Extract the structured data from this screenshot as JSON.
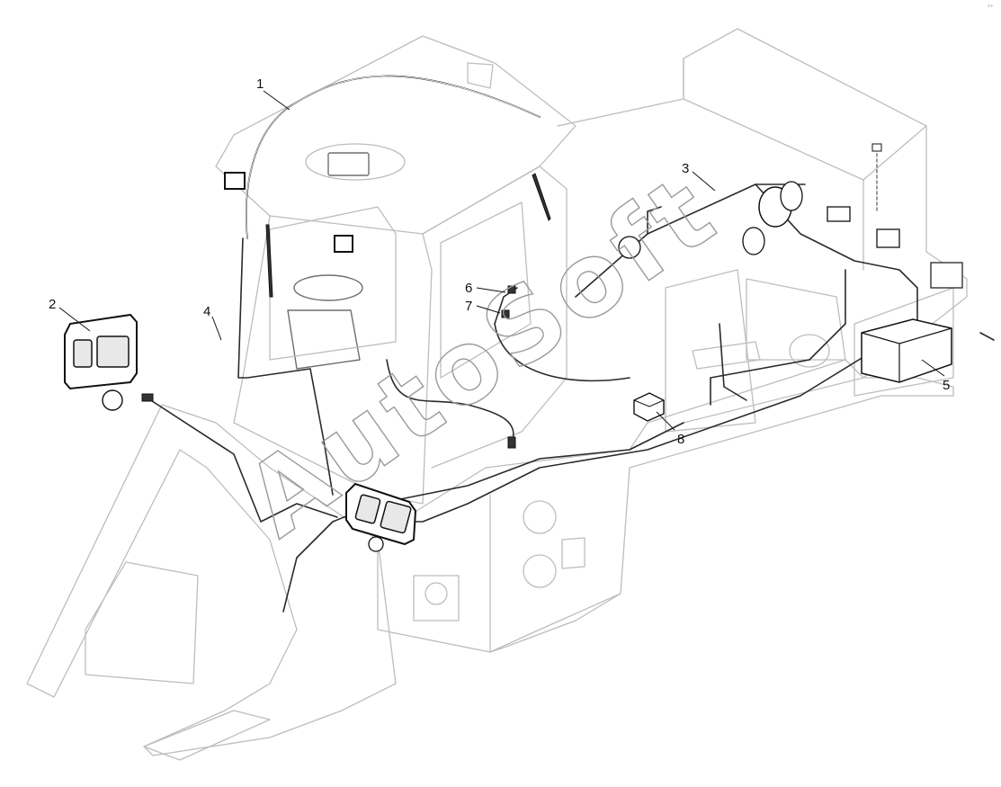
{
  "diagram": {
    "callouts": [
      {
        "id": "1",
        "label": "1"
      },
      {
        "id": "2",
        "label": "2"
      },
      {
        "id": "3",
        "label": "3"
      },
      {
        "id": "4",
        "label": "4"
      },
      {
        "id": "5",
        "label": "5"
      },
      {
        "id": "6",
        "label": "6"
      },
      {
        "id": "7",
        "label": "7"
      },
      {
        "id": "8",
        "label": "8"
      }
    ],
    "watermark": "AutoSoft",
    "corner_mark": "°°"
  }
}
